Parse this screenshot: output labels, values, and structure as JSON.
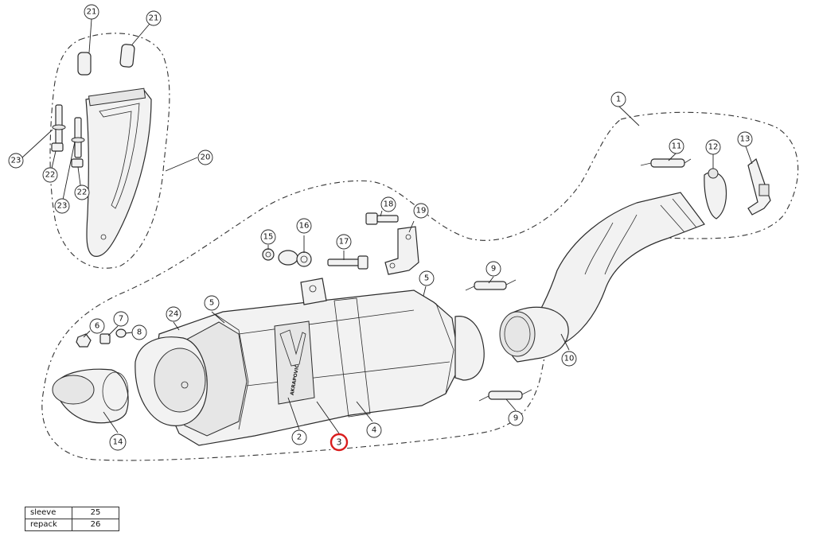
{
  "callouts": [
    "21",
    "21",
    "23",
    "22",
    "23",
    "22",
    "20",
    "1",
    "11",
    "12",
    "13",
    "18",
    "19",
    "15",
    "16",
    "17",
    "9",
    "5",
    "24",
    "5",
    "6",
    "7",
    "8",
    "10",
    "9",
    "14",
    "2",
    "3",
    "4"
  ],
  "highlighted_callout": "3",
  "logo_text": "AKRAPOVIČ",
  "highlight_color": "#d91c1c",
  "legend": [
    {
      "label": "sleeve",
      "value": "25"
    },
    {
      "label": "repack",
      "value": "26"
    }
  ]
}
